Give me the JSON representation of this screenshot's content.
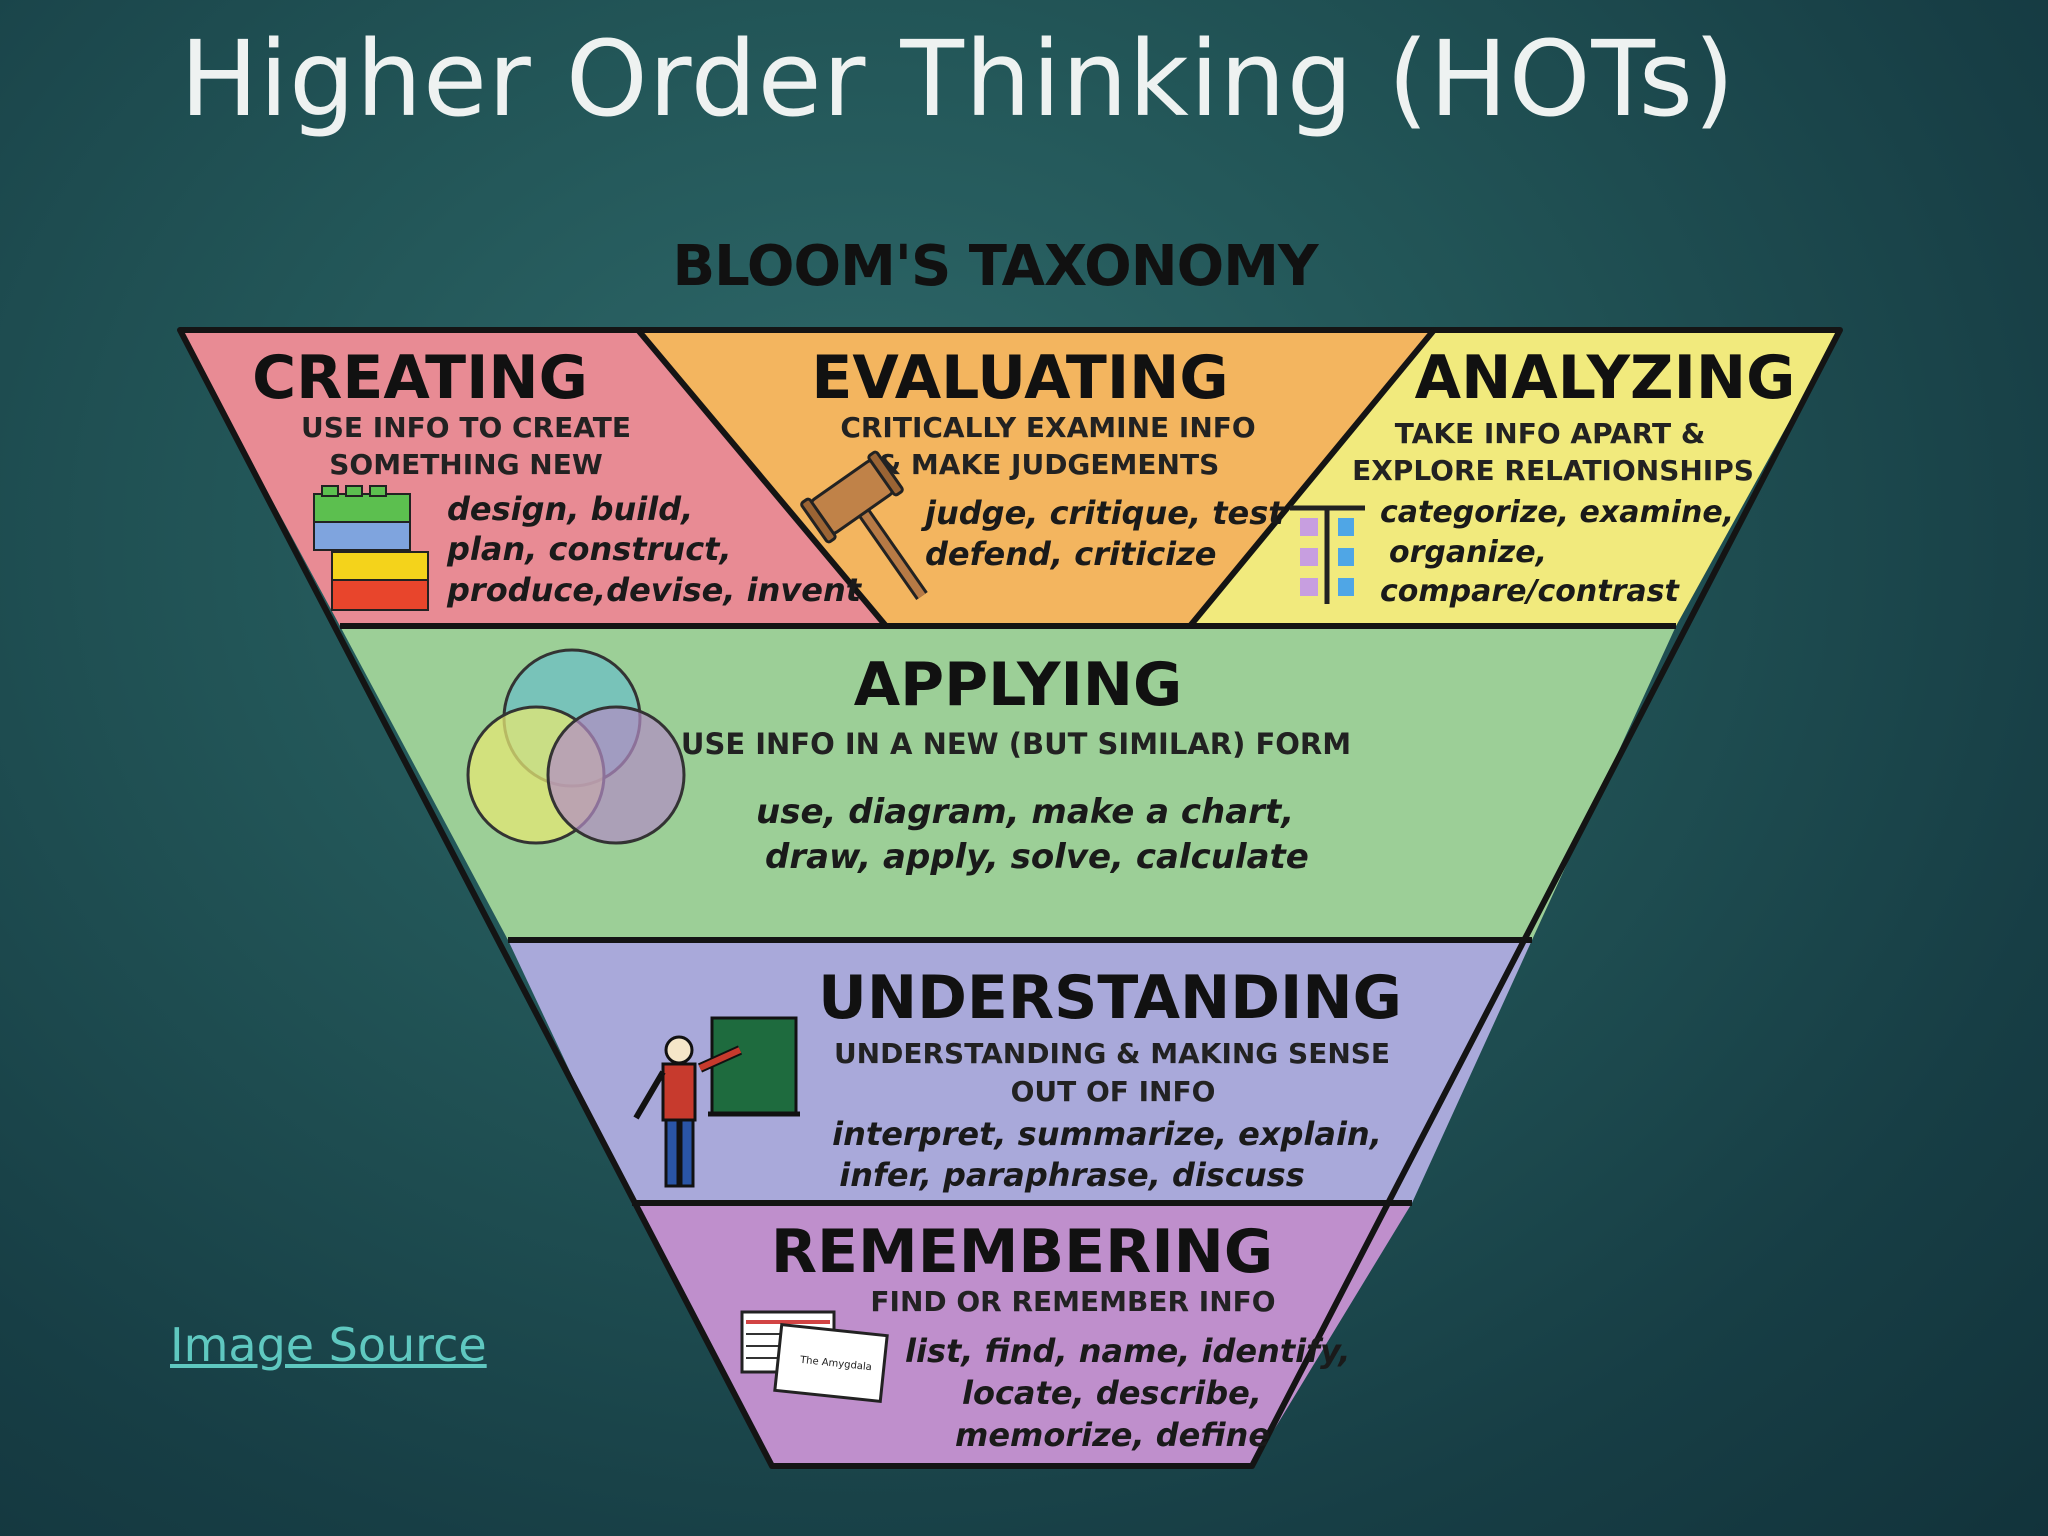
{
  "slide": {
    "title": "Higher Order Thinking (HOTs)",
    "image_link": "Image Source"
  },
  "diagram": {
    "heading": "BLOOM'S TAXONOMY",
    "levels": {
      "creating": {
        "name": "CREATING",
        "desc": [
          "USE INFO TO CREATE",
          "SOMETHING NEW"
        ],
        "verbs": [
          "design, build,",
          "plan, construct,",
          "produce,devise, invent"
        ],
        "color": "#e88b94"
      },
      "evaluating": {
        "name": "EVALUATING",
        "desc": [
          "CRITICALLY EXAMINE INFO",
          "& MAKE JUDGEMENTS"
        ],
        "verbs": [
          "judge, critique, test",
          "defend, criticize"
        ],
        "color": "#f3b55f"
      },
      "analyzing": {
        "name": "ANALYZING",
        "desc": [
          "TAKE INFO APART &",
          "EXPLORE RELATIONSHIPS"
        ],
        "verbs": [
          "categorize, examine,",
          "organize,",
          "compare/contrast"
        ],
        "color": "#f1ea7d"
      },
      "applying": {
        "name": "APPLYING",
        "desc": [
          "USE INFO IN A NEW (BUT SIMILAR) FORM"
        ],
        "verbs": [
          "use, diagram, make a chart,",
          "draw, apply, solve, calculate"
        ],
        "color": "#9ccf97"
      },
      "understanding": {
        "name": "UNDERSTANDING",
        "desc": [
          "UNDERSTANDING & MAKING SENSE",
          "OUT OF INFO"
        ],
        "verbs": [
          "interpret, summarize, explain,",
          "infer, paraphrase, discuss"
        ],
        "color": "#a9a9da"
      },
      "remembering": {
        "name": "REMEMBERING",
        "desc": [
          "FIND OR REMEMBER INFO"
        ],
        "verbs": [
          "list, find, name, identify,",
          "locate, describe,",
          "memorize, define"
        ],
        "color": "#bf8fcc"
      }
    },
    "icons": {
      "creating": "lego-bricks-icon",
      "evaluating": "gavel-icon",
      "analyzing": "sorting-chart-icon",
      "applying": "venn-diagram-icon",
      "understanding": "teacher-board-icon",
      "remembering": "flash-cards-icon"
    },
    "flash_card_text": "The Amygdala"
  }
}
